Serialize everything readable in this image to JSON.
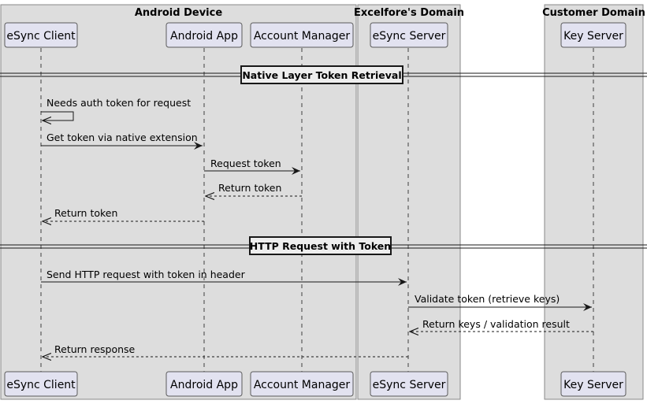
{
  "boxes": [
    {
      "title": "Android Device"
    },
    {
      "title": "Excelfore's Domain"
    },
    {
      "title": "Customer Domain"
    }
  ],
  "participants": [
    {
      "label": "eSync Client"
    },
    {
      "label": "Android App"
    },
    {
      "label": "Account Manager"
    },
    {
      "label": "eSync Server"
    },
    {
      "label": "Key Server"
    }
  ],
  "dividers": [
    {
      "label": "Native Layer Token Retrieval"
    },
    {
      "label": "HTTP Request with Token"
    }
  ],
  "messages": [
    {
      "label": "Needs auth token for request",
      "from": 0,
      "to": 0,
      "style": "solid"
    },
    {
      "label": "Get token via native extension",
      "from": 0,
      "to": 1,
      "style": "solid"
    },
    {
      "label": "Request token",
      "from": 1,
      "to": 2,
      "style": "solid"
    },
    {
      "label": "Return token",
      "from": 2,
      "to": 1,
      "style": "dashed"
    },
    {
      "label": "Return token",
      "from": 1,
      "to": 0,
      "style": "dashed"
    },
    {
      "label": "Send HTTP request with token in header",
      "from": 0,
      "to": 3,
      "style": "solid"
    },
    {
      "label": "Validate token (retrieve keys)",
      "from": 3,
      "to": 4,
      "style": "solid"
    },
    {
      "label": "Return keys / validation result",
      "from": 4,
      "to": 3,
      "style": "dashed"
    },
    {
      "label": "Return response",
      "from": 3,
      "to": 0,
      "style": "dashed"
    }
  ],
  "colors": {
    "box_fill": "#dddddd",
    "box_stroke": "#888888",
    "participant_fill": "#e2e2f0",
    "participant_stroke": "#5b5b5b",
    "line": "#181818"
  }
}
